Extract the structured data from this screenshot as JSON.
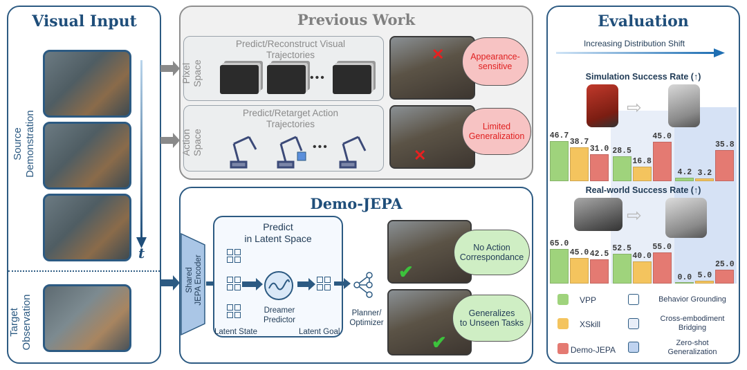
{
  "visual_input": {
    "title": "Visual Input",
    "source_label": "Source\nDemonstration",
    "target_label": "Target\nObservation",
    "time_label": "t"
  },
  "previous_work": {
    "title": "Previous Work",
    "pixel": {
      "space_label": "Pixel\nSpace",
      "caption": "Predict/Reconstruct Visual\nTrajectories",
      "ellipsis": "•••",
      "cloud": "Appearance-\nsensitive"
    },
    "action": {
      "space_label": "Action\nSpace",
      "caption": "Predict/Retarget Action\nTrajectories",
      "ellipsis": "•••",
      "cloud": "Limited\nGeneralization"
    }
  },
  "demo_jepa": {
    "title": "Demo-JEPA",
    "encoder": "Shared\nJEPA Encoder",
    "predict_box": "Predict\nin Latent Space",
    "predictor": "Dreamer\nPredictor",
    "latent_state": "Latent State",
    "latent_goal": "Latent Goal",
    "planner": "Planner/\nOptimizer",
    "cloud_top": "No Action\nCorrespondance",
    "cloud_bottom": "Generalizes\nto Unseen Tasks"
  },
  "evaluation": {
    "title": "Evaluation",
    "shift_label": "Increasing Distribution Shift",
    "sim_title": "Simulation Success Rate (↑)",
    "real_title": "Real-world Success Rate (↑)",
    "legend": {
      "vpp": "VPP",
      "xskill": "XSkill",
      "demojepa": "Demo-JEPA",
      "behavior": "Behavior Grounding",
      "cross": "Cross-embodiment\nBridging",
      "zero": "Zero-shot\nGeneralization"
    }
  },
  "colors": {
    "vpp": "#9fd37c",
    "xskill": "#f4c45e",
    "demojepa": "#e47a72",
    "shade_light": "#e8eef8",
    "shade_mid": "#d6e2f5",
    "shade_dark": "#bfd3f0",
    "frame": "#2c5a82"
  },
  "chart_data": [
    {
      "type": "bar",
      "title": "Simulation Success Rate (↑)",
      "categories": [
        "Behavior Grounding",
        "Cross-embodiment Bridging",
        "Zero-shot Generalization"
      ],
      "series": [
        {
          "name": "VPP",
          "values": [
            46.7,
            28.5,
            4.2
          ]
        },
        {
          "name": "XSkill",
          "values": [
            38.7,
            16.8,
            3.2
          ]
        },
        {
          "name": "Demo-JEPA",
          "values": [
            31.0,
            45.0,
            35.8
          ]
        }
      ],
      "ylim": [
        0,
        60
      ]
    },
    {
      "type": "bar",
      "title": "Real-world Success Rate (↑)",
      "categories": [
        "Behavior Grounding",
        "Cross-embodiment Bridging",
        "Zero-shot Generalization"
      ],
      "series": [
        {
          "name": "VPP",
          "values": [
            65.0,
            52.5,
            0.0
          ]
        },
        {
          "name": "XSkill",
          "values": [
            45.0,
            40.0,
            5.0
          ]
        },
        {
          "name": "Demo-JEPA",
          "values": [
            42.5,
            55.0,
            25.0
          ]
        }
      ],
      "ylim": [
        0,
        80
      ]
    }
  ]
}
